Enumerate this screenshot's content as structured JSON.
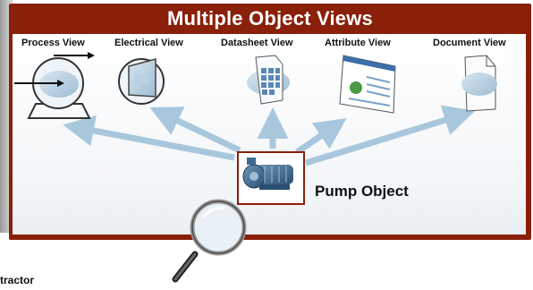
{
  "title": "Multiple Object Views",
  "views": [
    {
      "label": "Process View"
    },
    {
      "label": "Electrical View"
    },
    {
      "label": "Datasheet View"
    },
    {
      "label": "Attribute View"
    },
    {
      "label": "Document View"
    }
  ],
  "center_object": {
    "label": "Pump Object"
  },
  "footer_text": "tractor",
  "colors": {
    "frame": "#8a1f0a",
    "arrow": "#a9c7dc",
    "panel": "#f2f5f8",
    "pump_blue": "#2f5f8a"
  }
}
